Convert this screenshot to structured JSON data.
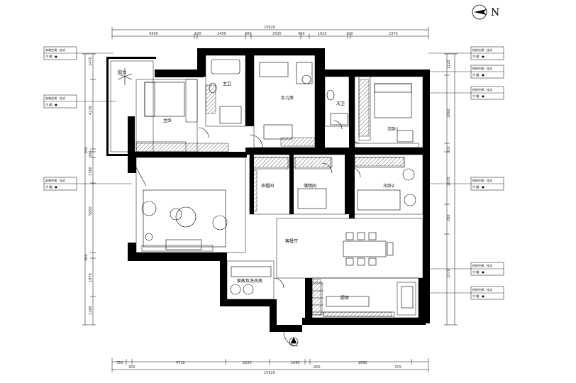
{
  "north_label": "N",
  "entrance_label": "ENTER",
  "rooms": {
    "balcony": "阳台",
    "master_bedroom": "主卧",
    "bath1": "主卫",
    "daughter_room": "女儿房",
    "bath2": "次卫",
    "bedroom1": "次卧1",
    "cloakroom": "衣帽间",
    "storage": "储物间",
    "bedroom2": "次卧2",
    "living_dining": "客餐厅",
    "laundry": "家政及洗衣房",
    "kitchen": "厨房"
  },
  "top_dims": {
    "total": "15920",
    "segments": [
      "4300",
      "100",
      "2450",
      "300",
      "2500",
      "450",
      "1920",
      "100",
      "2370"
    ]
  },
  "bottom_dims": {
    "total": "15920",
    "segments": [
      "750",
      "300",
      "4710",
      "2220",
      "1060",
      "250",
      "2650",
      "370"
    ]
  },
  "left_dims": {
    "segments": [
      "1470",
      "4230",
      "100",
      "300",
      "1380",
      "5650",
      "300",
      "1970",
      "1260"
    ]
  },
  "right_dims": {
    "segments": [
      "1120",
      "2660",
      "320",
      "2870",
      "280",
      "3370"
    ]
  },
  "tags": {
    "left": [
      {
        "line1": "安装空调：挂式",
        "line2": "冷   暖：●"
      },
      {
        "line1": "安装空调：挂式",
        "line2": "冷   暖：●"
      },
      {
        "line1": "安装空调：挂式",
        "line2": "冷   暖：●"
      }
    ],
    "right": [
      {
        "line1": "检修空调：挂式",
        "line2": "冷   暖：●"
      },
      {
        "line1": "检修空调：挂式",
        "line2": "冷   暖：●"
      },
      {
        "line1": "检修空调：挂式",
        "line2": "冷   暖：●"
      },
      {
        "line1": "检修空调：挂式",
        "line2": "冷   暖：●"
      },
      {
        "line1": "检修空调：挂式",
        "line2": "冷   暖：●"
      },
      {
        "line1": "检修空调：挂式",
        "line2": "冷   暖：●"
      }
    ]
  }
}
